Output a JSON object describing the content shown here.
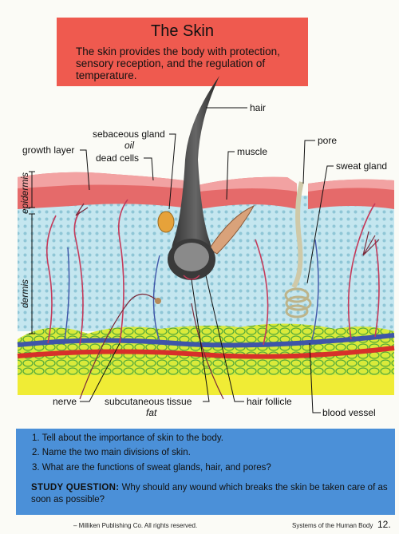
{
  "header": {
    "title": "The Skin",
    "intro": "The skin provides the body with protection, sensory reception, and the regulation of temperature."
  },
  "labels": {
    "hair": "hair",
    "sebaceous_gland": "sebaceous gland",
    "oil": "oil",
    "growth_layer": "growth layer",
    "dead_cells": "dead cells",
    "muscle": "muscle",
    "pore": "pore",
    "sweat_gland": "sweat gland",
    "epidermis": "epidermis",
    "dermis": "dermis",
    "nerve": "nerve",
    "subcutaneous_tissue": "subcutaneous tissue",
    "fat": "fat",
    "hair_follicle": "hair follicle",
    "blood_vessel": "blood vessel"
  },
  "questions": [
    "1.  Tell about the importance of skin to the body.",
    "2.  Name the two main divisions of skin.",
    "3.  What are the functions of sweat glands, hair, and pores?"
  ],
  "study": {
    "label": "STUDY QUESTION:",
    "text": "Why should any wound which breaks the skin be taken care of as soon as possible?"
  },
  "footer": {
    "publisher": "– Milliken Publishing Co. All rights reserved.",
    "book": "Systems of the Human Body",
    "page_number": "12."
  },
  "colors": {
    "title_box": "#ef5a4f",
    "epidermis": "#e56a6a",
    "dermis": "#bfe3ee",
    "fat": "#c8e02c",
    "question_box": "#4b90d8",
    "blood_vessel": "#d7302a",
    "vein": "#3f55a8"
  }
}
